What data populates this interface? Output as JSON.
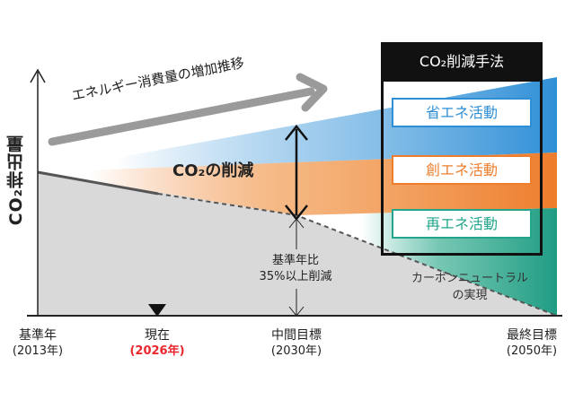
{
  "trend_label": "エネルギー消費量の増加推移",
  "co2_reduction_label": "CO₂の削減",
  "y_axis_label": "CO₂排出量",
  "baseline_comparison": [
    "基準年比",
    "35%以上削減"
  ],
  "neutral_label": [
    "カーボンニュートラル",
    "の実現"
  ],
  "methods": {
    "title": "CO₂削減手法",
    "items": [
      {
        "label": "省エネ活動",
        "color": "#2f8fd6"
      },
      {
        "label": "創エネ活動",
        "color": "#ee7d2c"
      },
      {
        "label": "再エネ活動",
        "color": "#22a58b"
      }
    ]
  },
  "timeline": [
    {
      "label": "基準年",
      "year": "(2013年)",
      "highlight": false
    },
    {
      "label": "現在",
      "year": "(2026年)",
      "highlight": true
    },
    {
      "label": "中間目標",
      "year": "(2030年)",
      "highlight": false
    },
    {
      "label": "最終目標",
      "year": "(2050年)",
      "highlight": false
    }
  ],
  "colors": {
    "highlight": "#e8262d",
    "emissions_area": "#d9d9d9",
    "energy_saving": "#2f8fd6",
    "energy_creation": "#ee7d2c",
    "renewable": "#22a58b",
    "trend_arrow": "#9a9a9a"
  }
}
